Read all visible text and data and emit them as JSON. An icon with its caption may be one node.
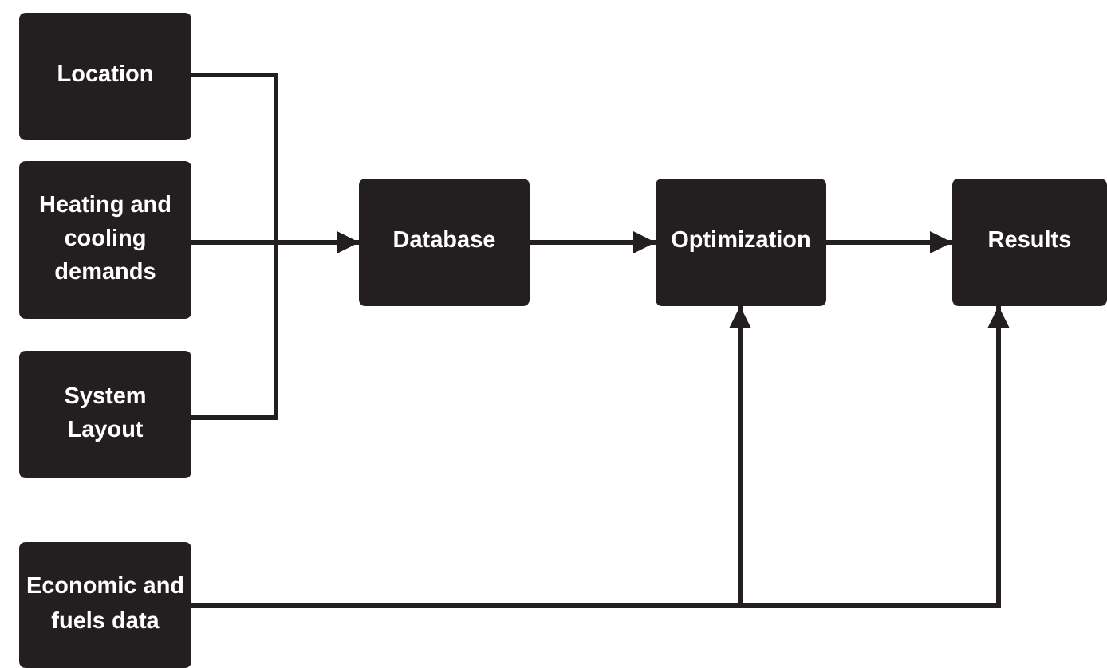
{
  "diagram": {
    "nodes": [
      {
        "text": [
          "Location"
        ]
      },
      {
        "text": [
          "Heating and cooling demands"
        ]
      },
      {
        "text": [
          "System Layout"
        ]
      },
      {
        "text": [
          "Database"
        ]
      },
      {
        "text": [
          "Optimization"
        ]
      },
      {
        "text": [
          "Results"
        ]
      },
      {
        "text": [
          "Economic and fuels data"
        ]
      }
    ],
    "edges": [
      {
        "from": 0,
        "to": 3,
        "arrow": "to"
      },
      {
        "from": 1,
        "to": 3,
        "arrow": "to"
      },
      {
        "from": 2,
        "to": 3,
        "arrow": "to"
      },
      {
        "from": 3,
        "to": 4,
        "arrow": "to"
      },
      {
        "from": 4,
        "to": 5,
        "arrow": "to"
      },
      {
        "from": 6,
        "to": 4,
        "arrow": "to"
      },
      {
        "from": 6,
        "to": 5,
        "arrow": "to"
      }
    ]
  }
}
